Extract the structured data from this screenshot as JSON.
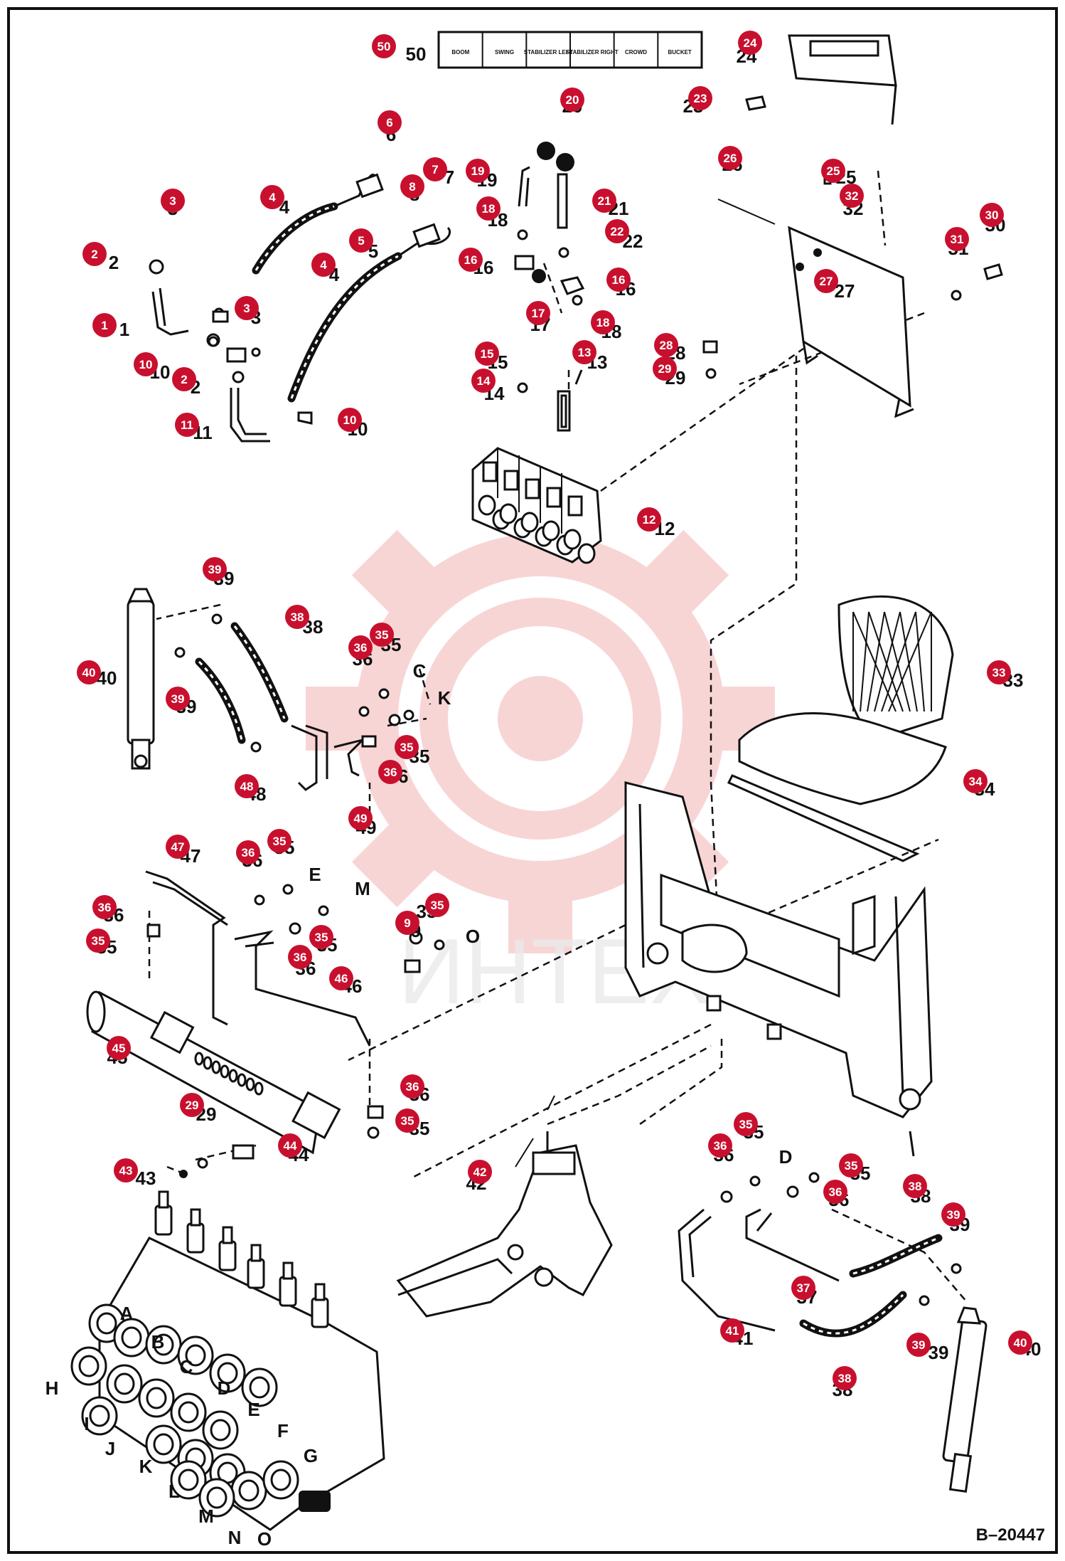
{
  "diagram": {
    "drawing_number": "B–20447",
    "watermark": "ИНТЕХ",
    "callout_color": "#c8102e",
    "watermark_color": "#f3b4b4"
  },
  "decal": {
    "cells": [
      "BOOM",
      "SWING",
      "STABILIZER LEFT",
      "STABILIZER RIGHT",
      "CROWD",
      "BUCKET"
    ]
  },
  "callouts": [
    {
      "n": "50"
    },
    {
      "n": "24"
    },
    {
      "n": "23"
    },
    {
      "n": "20"
    },
    {
      "n": "6"
    },
    {
      "n": "7"
    },
    {
      "n": "8"
    },
    {
      "n": "19"
    },
    {
      "n": "3"
    },
    {
      "n": "4"
    },
    {
      "n": "18"
    },
    {
      "n": "21"
    },
    {
      "n": "26"
    },
    {
      "n": "25"
    },
    {
      "n": "32"
    },
    {
      "n": "30"
    },
    {
      "n": "31"
    },
    {
      "n": "27"
    },
    {
      "n": "5"
    },
    {
      "n": "22"
    },
    {
      "n": "2"
    },
    {
      "n": "4"
    },
    {
      "n": "16"
    },
    {
      "n": "16"
    },
    {
      "n": "3"
    },
    {
      "n": "17"
    },
    {
      "n": "18"
    },
    {
      "n": "1"
    },
    {
      "n": "13"
    },
    {
      "n": "28"
    },
    {
      "n": "15"
    },
    {
      "n": "10"
    },
    {
      "n": "2"
    },
    {
      "n": "29"
    },
    {
      "n": "14"
    },
    {
      "n": "11"
    },
    {
      "n": "10"
    },
    {
      "n": "12"
    },
    {
      "n": "39"
    },
    {
      "n": "38"
    },
    {
      "n": "35"
    },
    {
      "n": "36"
    },
    {
      "n": "40"
    },
    {
      "n": "33"
    },
    {
      "n": "39"
    },
    {
      "n": "35"
    },
    {
      "n": "36"
    },
    {
      "n": "48"
    },
    {
      "n": "34"
    },
    {
      "n": "49"
    },
    {
      "n": "47"
    },
    {
      "n": "35"
    },
    {
      "n": "36"
    },
    {
      "n": "36"
    },
    {
      "n": "35"
    },
    {
      "n": "9"
    },
    {
      "n": "35"
    },
    {
      "n": "35"
    },
    {
      "n": "36"
    },
    {
      "n": "46"
    },
    {
      "n": "45"
    },
    {
      "n": "29"
    },
    {
      "n": "36"
    },
    {
      "n": "35"
    },
    {
      "n": "44"
    },
    {
      "n": "43"
    },
    {
      "n": "42"
    },
    {
      "n": "35"
    },
    {
      "n": "36"
    },
    {
      "n": "35"
    },
    {
      "n": "36"
    },
    {
      "n": "38"
    },
    {
      "n": "39"
    },
    {
      "n": "37"
    },
    {
      "n": "41"
    },
    {
      "n": "39"
    },
    {
      "n": "40"
    },
    {
      "n": "38"
    }
  ],
  "port_letters": [
    {
      "t": "C"
    },
    {
      "t": "K"
    },
    {
      "t": "E"
    },
    {
      "t": "M"
    },
    {
      "t": "O"
    },
    {
      "t": "D"
    },
    {
      "t": "A"
    },
    {
      "t": "B"
    },
    {
      "t": "C"
    },
    {
      "t": "D"
    },
    {
      "t": "E"
    },
    {
      "t": "F"
    },
    {
      "t": "G"
    },
    {
      "t": "H"
    },
    {
      "t": "I"
    },
    {
      "t": "J"
    },
    {
      "t": "K"
    },
    {
      "t": "L"
    },
    {
      "t": "M"
    },
    {
      "t": "N"
    },
    {
      "t": "O"
    }
  ]
}
